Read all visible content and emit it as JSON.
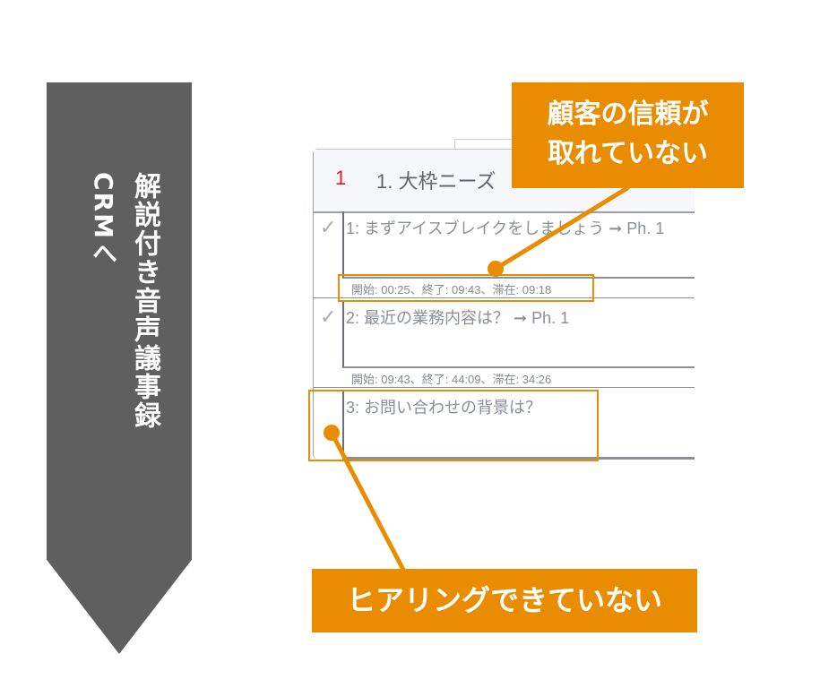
{
  "arrow": {
    "main_label": "解説付き音声議事録",
    "sub_label": "CRMへ",
    "color": "#5f5f5f"
  },
  "card": {
    "header": {
      "index": "1",
      "title": "1. 大枠ニーズ"
    },
    "rows": [
      {
        "checked": true,
        "question": "1: まずアイスブレイクをしましょう ➞ Ph. 1",
        "meta": "開始: 00:25、終了: 09:43、滞在: 09:18"
      },
      {
        "checked": true,
        "question": "2: 最近の業務内容は？ ➞ Ph. 1",
        "meta": "開始: 09:43、終了: 44:09、滞在: 34:26"
      },
      {
        "checked": false,
        "question": "3: お問い合わせの背景は？",
        "meta": ""
      }
    ],
    "check_icon": "✓"
  },
  "callouts": {
    "top": {
      "line1": "顧客の信頼が",
      "line2": "取れていない"
    },
    "bottom": {
      "text": "ヒアリングできていない"
    },
    "color": "#ea8c00"
  }
}
